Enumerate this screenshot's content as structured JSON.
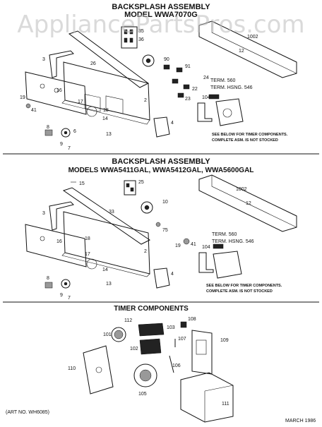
{
  "watermark": "AppliancePartsPros.com",
  "header_fragment": "",
  "sections": [
    {
      "title": "BACKSPLASH ASSEMBLY",
      "subtitle": "MODEL WWA7070G",
      "callouts": [
        "35",
        "36",
        "1002",
        "12",
        "3",
        "26",
        "90",
        "91",
        "24",
        "22",
        "23",
        "2",
        "19",
        "41",
        "16",
        "17",
        "18",
        "14",
        "8",
        "9",
        "7",
        "6",
        "13",
        "4",
        "104",
        "TERM. 560",
        "TERM. HSNG. 546"
      ],
      "note_line1": "SEE BELOW FOR TIMER COMPONENTS.",
      "note_line2": "COMPLETE ASM. IS NOT STOCKED"
    },
    {
      "title": "BACKSPLASH ASSEMBLY",
      "subtitle": "MODELS WWA5411GAL, WWA5412GAL, WWA5600GAL",
      "callouts": [
        "15",
        "25",
        "1002",
        "12",
        "10",
        "3",
        "33",
        "75",
        "19",
        "41",
        "18",
        "16",
        "2",
        "17",
        "104",
        "TERM. 560",
        "TERM. HSNG. 546",
        "8",
        "14",
        "13",
        "9",
        "7",
        "4"
      ],
      "note_line1": "SEE BELOW FOR TIMER COMPONENTS.",
      "note_line2": "COMPLETE ASM. IS NOT STOCKED"
    },
    {
      "title": "TIMER COMPONENTS",
      "callouts": [
        "112",
        "108",
        "101",
        "103",
        "102",
        "107",
        "109",
        "110",
        "106",
        "105",
        "111"
      ]
    }
  ],
  "footer": {
    "art_no": "(ART NO. WH6085)",
    "date": "MARCH 1986"
  }
}
